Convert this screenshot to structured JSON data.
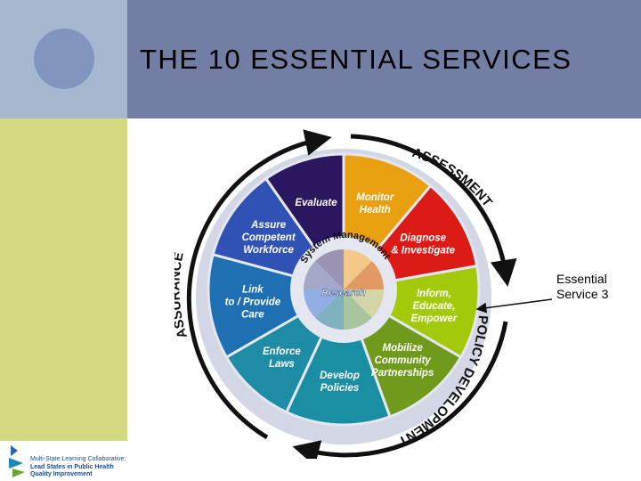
{
  "slide": {
    "title": "THE 10 ESSENTIAL SERVICES"
  },
  "diagram": {
    "ring_labels": {
      "assessment": "ASSESSMENT",
      "policy_development": "POLICY DEVELOPMENT",
      "assurance": "ASSURANCE"
    },
    "center": {
      "system_management": "System Management",
      "research": "Research"
    },
    "services": [
      {
        "lines": [
          "Monitor",
          "Health"
        ],
        "color": "#e8a010"
      },
      {
        "lines": [
          "Diagnose",
          "& Investigate"
        ],
        "color": "#dc1a16"
      },
      {
        "lines": [
          "Inform,",
          "Educate,",
          "Empower"
        ],
        "color": "#a3c90b"
      },
      {
        "lines": [
          "Mobilize",
          "Community",
          "Partnerships"
        ],
        "color": "#6f9a1c"
      },
      {
        "lines": [
          "Develop",
          "Policies"
        ],
        "color": "#1a8fa4"
      },
      {
        "lines": [
          "Enforce",
          "Laws"
        ],
        "color": "#1e8ca5"
      },
      {
        "lines": [
          "Link",
          "to / Provide",
          "Care"
        ],
        "color": "#1f6fb3"
      },
      {
        "lines": [
          "Assure",
          "Competent",
          "Workforce"
        ],
        "color": "#2f52b4"
      },
      {
        "lines": [
          "Evaluate"
        ],
        "color": "#2a1760"
      }
    ],
    "inner_colors": [
      "#f3c889",
      "#e29a64",
      "#d4d6a8",
      "#a7c6a0",
      "#7fb1be",
      "#93aee4",
      "#a3a8c9",
      "#9a93b4"
    ]
  },
  "callout": {
    "label": "Essential Service 3"
  },
  "logo": {
    "line1": "Multi-State Learning Collaborative:",
    "line2": "Lead States in Public Health",
    "line3": "Quality Improvement"
  },
  "colors": {
    "title_bar": "#727ea4",
    "left_top": "#a6b8d0",
    "left_circle": "#8196bf",
    "left_band": "#d2d97e",
    "outer_ring": "#d3d6e4"
  }
}
